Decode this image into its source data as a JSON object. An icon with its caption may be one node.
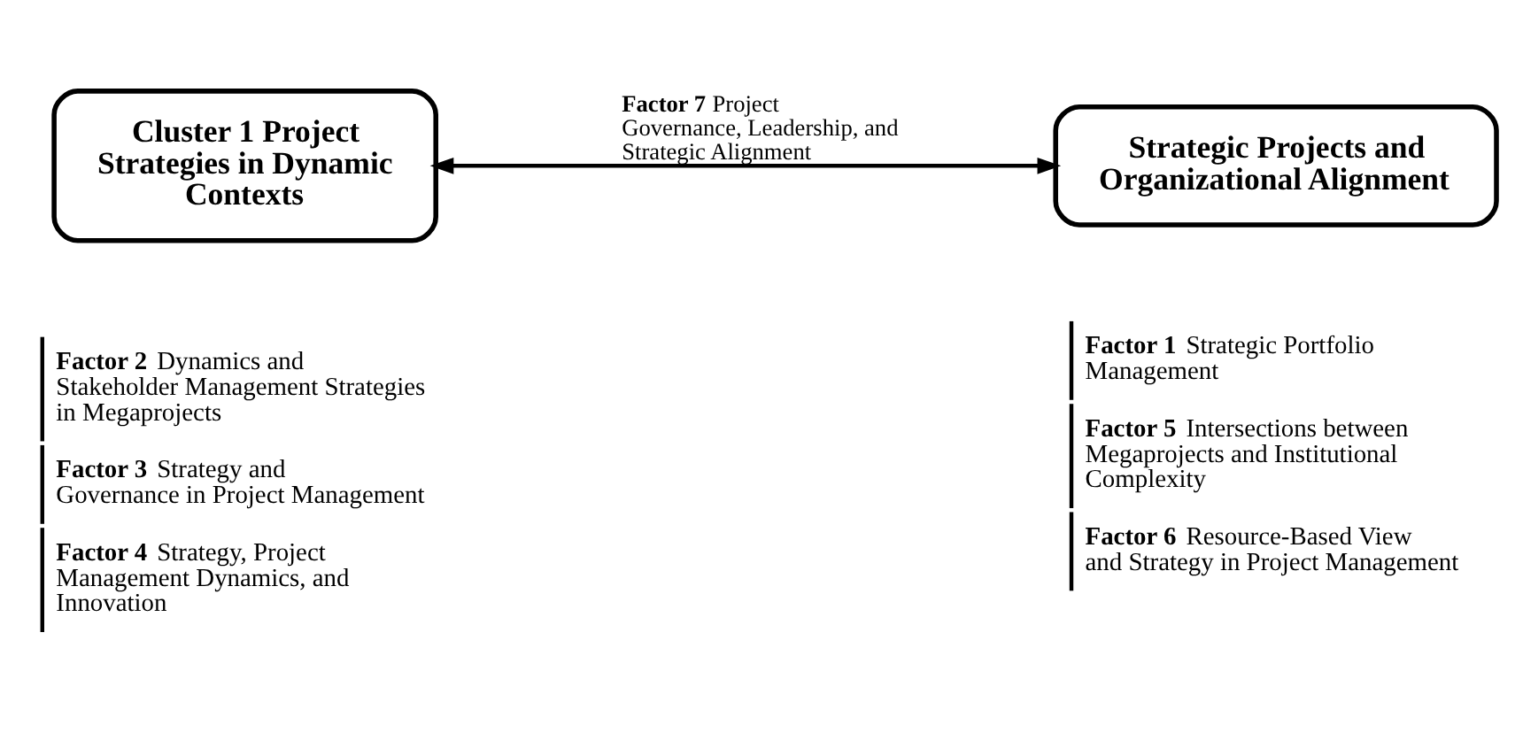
{
  "diagram": {
    "nodes": [
      {
        "text": [
          "Cluster 1 Project Strategies in Dynamic Contexts"
        ],
        "beside": [
          "**Factor 2** Dynamics and Stakeholder Management Strategies in Megaprojects",
          "**Factor 3** Strategy and Governance in Project Management",
          "**Factor 4** Strategy, Project Management Dynamics, and Innovation"
        ]
      },
      {
        "text": [
          "Strategic Projects and Organizational Alignment"
        ],
        "beside": [
          "**Factor 1** Strategic Portfolio Management",
          "**Factor 5** Intersections between Megaprojects and Institutional Complexity",
          "**Factor 6** Resource-Based View and Strategy in Project Management"
        ]
      }
    ],
    "edges": [
      {
        "from": 0,
        "to": 1,
        "arrow": "both",
        "label": "**Factor 7** Project Governance, Leadership, and Strategic Alignment"
      }
    ]
  }
}
